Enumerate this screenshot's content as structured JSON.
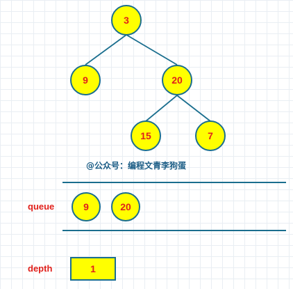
{
  "tree": {
    "nodes": {
      "root": "3",
      "left": "9",
      "right": "20",
      "right_left": "15",
      "right_right": "7"
    }
  },
  "watermark": "@公众号：编程文青李狗蛋",
  "queue": {
    "label": "queue",
    "items": [
      "9",
      "20"
    ]
  },
  "depth": {
    "label": "depth",
    "value": "1"
  },
  "colors": {
    "node_fill": "#ffff00",
    "node_stroke": "#1a6e8e",
    "text_red": "#e0201b",
    "watermark": "#1a5c85"
  }
}
